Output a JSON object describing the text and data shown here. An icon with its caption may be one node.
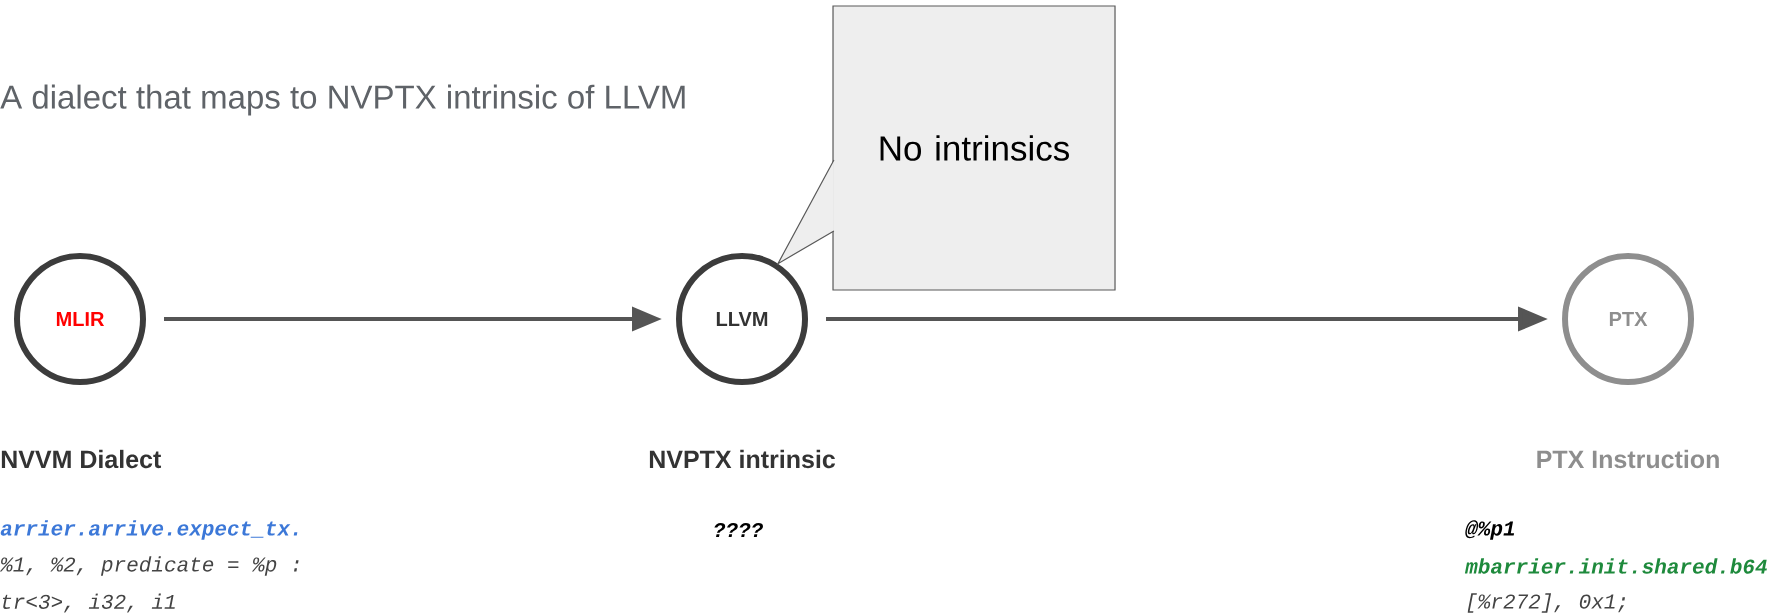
{
  "diagram": {
    "title": "A dialect that maps to NVPTX intrinsic of LLVM",
    "nodes": [
      {
        "text": [
          "MLIR"
        ],
        "beside": [
          "NVVM Dialect"
        ]
      },
      {
        "text": [
          "LLVM"
        ],
        "beside": [
          "NVPTX intrinsic"
        ]
      },
      {
        "text": [
          "PTX"
        ],
        "beside": [
          "PTX Instruction"
        ]
      },
      {
        "text": [
          "No intrinsics"
        ]
      }
    ],
    "edges": [
      {
        "from": 0,
        "to": 1,
        "arrow": "to"
      },
      {
        "from": 1,
        "to": 2,
        "arrow": "to"
      },
      {
        "from": 3,
        "to": 1,
        "arrow": "none"
      }
    ],
    "labels": [
      "arrier.arrive.expect_tx.",
      "????",
      "@%p1",
      "%1, %2, predicate = %p :",
      "mbarrier.init.shared.b64",
      "tr<3>, i32, i1",
      "[%r272], 0x1;"
    ]
  }
}
